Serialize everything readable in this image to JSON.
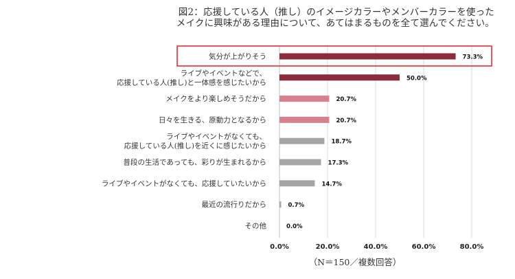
{
  "title_lines": [
    "図2：応援している人（推し）のイメージカラーやメンバーカラーを使った",
    "メイクに興味がある理由について、あてはまるものを全て選んでください。"
  ],
  "colors": {
    "dark": "#8b2c3e",
    "pink": "#d9808e",
    "gray": "#a6a6a6",
    "highlight": "#e0202a",
    "grid": "#d9d9d9",
    "axis": "#bfbfbf"
  },
  "chart_data": {
    "type": "bar",
    "orientation": "horizontal",
    "categories": [
      [
        "気分が上がりそう"
      ],
      [
        "ライブやイベントなどで、",
        "応援している人(推し)と一体感を感じたいから"
      ],
      [
        "メイクをより楽しめそうだから"
      ],
      [
        "日々を生きる、原動力となるから"
      ],
      [
        "ライブやイベントがなくても、",
        "応援している人(推し)を近くに感じたいから"
      ],
      [
        "普段の生活であっても、彩りが生まれるから"
      ],
      [
        "ライブやイベントがなくても、応援していたいから"
      ],
      [
        "最近の流行りだから"
      ],
      [
        "その他"
      ]
    ],
    "values": [
      73.3,
      50.0,
      20.7,
      20.7,
      18.7,
      17.3,
      14.7,
      0.7,
      0.0
    ],
    "value_labels": [
      "73.3%",
      "50.0%",
      "20.7%",
      "20.7%",
      "18.7%",
      "17.3%",
      "14.7%",
      "0.7%",
      "0.0%"
    ],
    "bar_colors": [
      "dark",
      "dark",
      "pink",
      "pink",
      "gray",
      "gray",
      "gray",
      "gray",
      "gray"
    ],
    "bold_value_labels": [
      true,
      true,
      true,
      true,
      false,
      false,
      false,
      false,
      false
    ],
    "highlighted_index": 0,
    "xlim": [
      0,
      80
    ],
    "xticks": [
      0,
      20,
      40,
      60,
      80
    ],
    "xtick_labels": [
      "0.0%",
      "20.0%",
      "40.0%",
      "60.0%",
      "80.0%"
    ],
    "xlabel": "（N＝150／複数回答）",
    "grid": true
  }
}
